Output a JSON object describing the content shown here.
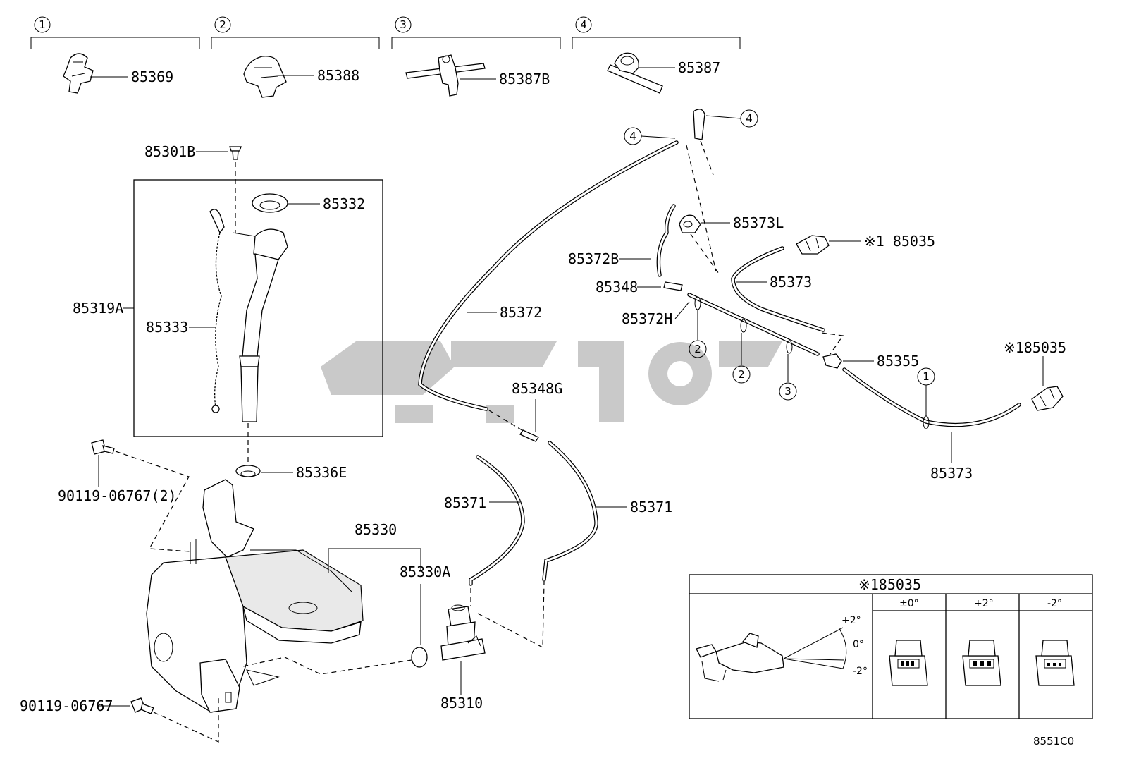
{
  "callout_groups": [
    {
      "num": "1",
      "part": "85369"
    },
    {
      "num": "2",
      "part": "85388"
    },
    {
      "num": "3",
      "part": "85387B"
    },
    {
      "num": "4",
      "part": "85387"
    }
  ],
  "labels": {
    "p85301B": "85301B",
    "p85332": "85332",
    "p85319A": "85319A",
    "p85333": "85333",
    "p85336E": "85336E",
    "p90119_2": "90119-06767(2)",
    "p85330": "85330",
    "p85330A": "85330A",
    "p90119": "90119-06767",
    "p85310": "85310",
    "p85372": "85372",
    "p85348G": "85348G",
    "p85371a": "85371",
    "p85371b": "85371",
    "p85373L": "85373L",
    "p85372B": "85372B",
    "p85348": "85348",
    "p85372H": "85372H",
    "p85373a": "85373",
    "p85373b": "85373",
    "p85035a": "※1 85035",
    "p85035b": "※185035",
    "p85355": "85355"
  },
  "circle_refs": {
    "c4a": "4",
    "c4b": "4",
    "c2a": "2",
    "c2b": "2",
    "c3": "3",
    "c1": "1"
  },
  "inset": {
    "title": "※185035",
    "columns": [
      "±0°",
      "+2°",
      "-2°"
    ],
    "angles": [
      "+2°",
      "0°",
      "-2°"
    ]
  },
  "drawing_id": "8551C0",
  "colors": {
    "line": "#000000",
    "background": "#ffffff",
    "watermark": "#c9c9c9"
  }
}
